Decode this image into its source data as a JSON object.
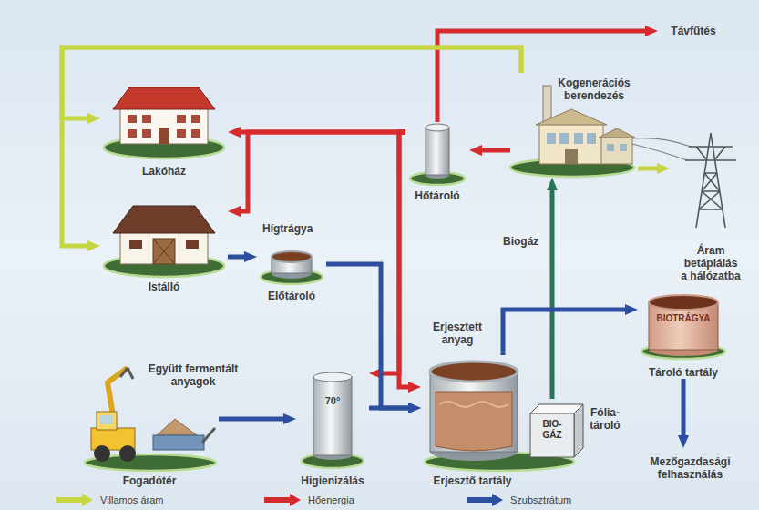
{
  "diagram": {
    "nodes": [
      {
        "text": [
          "Távfűtés"
        ]
      },
      {
        "text": [
          "Kogenerációs berendezés"
        ]
      },
      {
        "text": [
          "Lakóház"
        ]
      },
      {
        "text": [
          "Hőtároló"
        ]
      },
      {
        "text": [
          "Áram betáplálás a hálózatba"
        ]
      },
      {
        "text": [
          "Istálló"
        ]
      },
      {
        "text": [
          "Előtároló"
        ]
      },
      {
        "text": [
          "Tároló tartály"
        ]
      },
      {
        "text": [
          "Fólia-tároló"
        ]
      },
      {
        "text": [
          "Fogadótér"
        ]
      },
      {
        "text": [
          "Higienizálás"
        ]
      },
      {
        "text": [
          "Erjesztő tartály"
        ]
      },
      {
        "text": [
          "Mezőgazdasági felhasználás"
        ]
      }
    ],
    "edges": [
      {
        "from": 1,
        "to": 3,
        "arrow": "to"
      },
      {
        "from": 3,
        "to": 0,
        "arrow": "to"
      },
      {
        "from": 3,
        "to": 2,
        "arrow": "to"
      },
      {
        "from": 3,
        "to": 5,
        "arrow": "to"
      },
      {
        "from": 3,
        "to": 10,
        "arrow": "to"
      },
      {
        "from": 3,
        "to": 11,
        "arrow": "to"
      },
      {
        "from": 1,
        "to": 2,
        "arrow": "to"
      },
      {
        "from": 1,
        "to": 5,
        "arrow": "to"
      },
      {
        "from": 1,
        "to": 4,
        "arrow": "to"
      },
      {
        "from": 5,
        "to": 6,
        "arrow": "to"
      },
      {
        "from": 6,
        "to": 11,
        "arrow": "to"
      },
      {
        "from": 9,
        "to": 10,
        "arrow": "to"
      },
      {
        "from": 10,
        "to": 11,
        "arrow": "to"
      },
      {
        "from": 8,
        "to": 1,
        "label": "Biogáz",
        "arrow": "to"
      },
      {
        "from": 11,
        "to": 7,
        "arrow": "to"
      },
      {
        "from": 7,
        "to": 12,
        "arrow": "to"
      }
    ],
    "labels": [
      "Hígtrágya",
      "Erjesztett anyag",
      "BIOTRÁGYA",
      "Együtt fermentált anyagok",
      "70°",
      "BIO-GÁZ"
    ],
    "legend": [
      {
        "text": "Villamos áram",
        "color": "#c6d642"
      },
      {
        "text": "Hőenergia",
        "color": "#d52a2e"
      },
      {
        "text": "Szubsztrátum",
        "color": "#2d4f9f"
      }
    ]
  }
}
